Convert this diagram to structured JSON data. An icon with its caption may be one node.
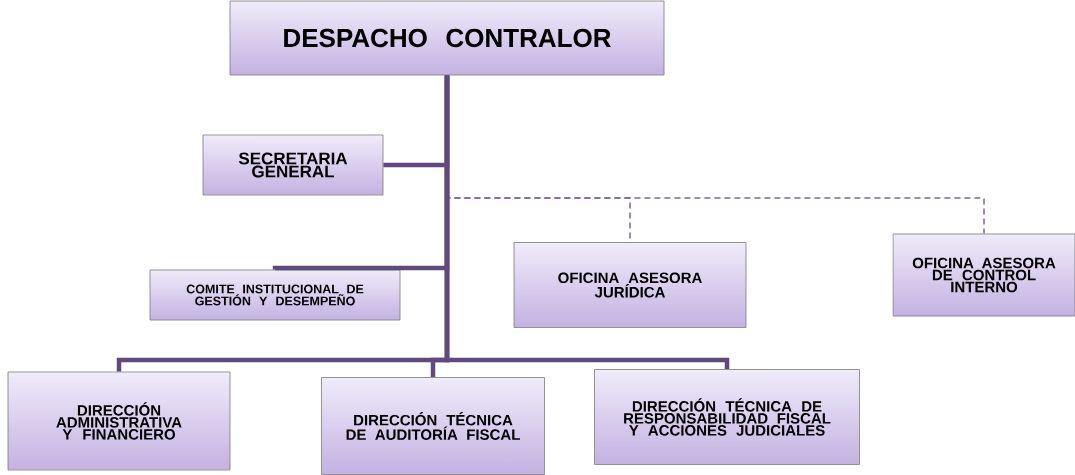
{
  "diagram": {
    "nodes": [
      {
        "text": [
          "DESPACHO CONTRALOR"
        ]
      },
      {
        "text": [
          "SECRETARIA GENERAL"
        ]
      },
      {
        "text": [
          "COMITE INSTITUCIONAL DE GESTIÓN Y DESEMPEÑO"
        ]
      },
      {
        "text": [
          "OFICINA ASESORA JURÍDICA"
        ]
      },
      {
        "text": [
          "OFICINA ASESORA DE CONTROL INTERNO"
        ]
      },
      {
        "text": [
          "DIRECCIÓN ADMINISTRATIVA Y FINANCIERO"
        ]
      },
      {
        "text": [
          "DIRECCIÓN TÉCNICA DE AUDITORÍA FISCAL"
        ]
      },
      {
        "text": [
          "DIRECCIÓN TÉCNICA  DE RESPONSABILIDAD FISCAL Y ACCIONES JUDICIALES"
        ]
      }
    ],
    "edges": [
      {
        "from": 0,
        "to": 1,
        "arrow": "none"
      },
      {
        "from": 0,
        "to": 2,
        "arrow": "none"
      },
      {
        "from": 0,
        "to": 3,
        "arrow": "none",
        "style": "dashed",
        "color": "#8064a2"
      },
      {
        "from": 0,
        "to": 4,
        "arrow": "none",
        "style": "dashed",
        "color": "#8064a2"
      },
      {
        "from": 0,
        "to": 5,
        "arrow": "none"
      },
      {
        "from": 0,
        "to": 6,
        "arrow": "none"
      },
      {
        "from": 0,
        "to": 7,
        "arrow": "none"
      }
    ]
  }
}
